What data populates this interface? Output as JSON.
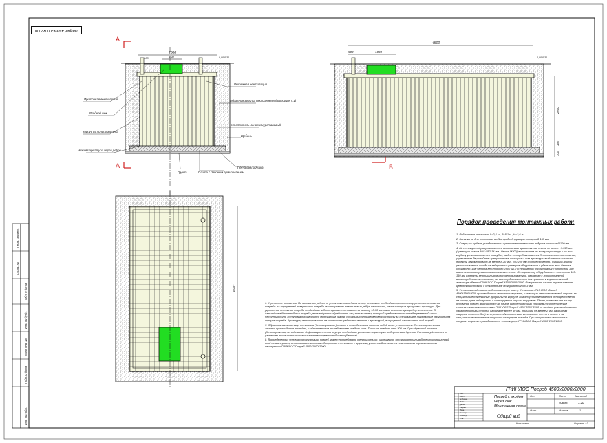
{
  "sheet": {
    "stamp": "Погреб 4500х2000х2000"
  },
  "section_a": {
    "cut_label_top": "А",
    "cut_label_bottom": "А",
    "dims": {
      "overall_width": "2000",
      "hatch_width": "750",
      "left_small": "100",
      "right_small": "0,00\n0,30"
    },
    "labels": {
      "tech_pipe": "Приточная вентиляция",
      "inlet_hatch": "Входной люк",
      "body": "Корпус из полипропилена",
      "anchor": "Нижняя арматура через ребро",
      "exhaust": "Вытяжная вентиляция",
      "backfill": "Обратная засыпка Пескоцемент (пропорция 5:1)",
      "insulation": "Утеплитель пенополиуретановый",
      "gravel": "Щебень",
      "ground": "Грунт",
      "slab": "Плита с двойным армированием",
      "sand": "Песчаная подушка"
    }
  },
  "section_b": {
    "cut_label": "Б",
    "dims": {
      "overall_length": "4500",
      "left_offset": "500",
      "hatch_length": "1000",
      "right_small": "0,00\n0,30"
    },
    "right_dims": [
      "2000",
      "150",
      "100"
    ]
  },
  "plan": {
    "height_dim": "4500"
  },
  "work_order": {
    "title": "Порядок проведения монтажных работ:",
    "steps_right": [
      "1. Подготовка котлована L=2,6 м., В=5,1 м., Н=2,6 м.",
      "2. Засыпка на дно котлована щебня средней фракции толщиной 150 мм.",
      "3. Сверху на щебень укладывается и уплотняется песчаная подушка толщиной 100 мм.",
      "4. На песчаную подушку заливается монолитная армированная плита не менее Н=150 мм. (арматура класса  А-III Ø12-14 мм., бетон М300) в котловане по всему периметру и на всю глубину устанавливается опалубка, на дне которой заливается бетонная плита-основание, укрепленная двухслойным армированием. толщина и шаг арматуры выбирается согласно проекту, рекомендовано не менее 8-10 мм., 150-200 мм соответственно. Толщина плиты рассчитывается исходя из габаритных размеров оборудования и удельного веса бетона (справочно: 1 м³ бетона весит около 2500 кг). По периметру оборудования с отступом 150 мм из плиты выпускаются монтажные петли. По периметру оборудования с отступом 105-150 мм из плиты вертикально выпускается арматура, связанная с горизонтальной арматурой плиты основания, на высоту достаточную для привязки к горизонтальной арматуре обвязки ГРИНЛОС Погреб 4500*2000*2000. Поверхность плиты выравнивается цементной стяжкой с  отклонением по горизонтали ± 3 мм.",
      "5. Установка изделия на подготовленную плиту.  Установка ГРИНЛОС Погреб 4500*1500*2000 производиться монтажным краном, с помощью четырехветвевой стропы за специальные такелажные проушины на корпусе. Погреб устанавливается непосредственно на плиту, крен недопустим и монтируется строго по уровню. После установки на плиту основания погреб фиксируется на плите синтетическими стропами (синтетические стропы в комплект поставки ГРИНЛОС Погреб 4500*2000*2000 не входят, рекомендованные характеристики стропы: ширина не менее 50 мм, толщина не менее 2 мм, разрывная нагрузка не менее 5 т) за верхние подготовленные монтажные петли в плите и за специальные монтажные проушины на корпусе погреба. При отсутствии монтажных проушин стропы перекидываются через корпус ГРИНЛОС Погреб 4500*2000*2000."
    ],
    "steps_left": [
      "6. Укрепление основания. По окончанию работ по установке погреба на плиту основание необходимо произвести укрепление основания погреба: на внутренней поверхности погреба смонтированы пластиковые ребра жесткости, через которые пропущена арматура. Для укрепления основания погреба необходимо забетонировать основание на высоту 10-30 мм выше верхнего края ребер жесткости. В дальнейшем бетонный пол погреба рекомендуется обработать защитным слоем, который предотвратит преждевременный износ бетонного пола. Установка производится монтажным краном с помощью четырехветвевой стропы за специальные такелажные проушины на корпусе погреба. Арматура, смонтированная на стенках погреба связывается с арматурой, выпущенной из основания под погреб.",
      "7. Обратная засыпка пазух котлована (бетонирование) песком с периодическим поливом водой и его уплотнением. Песчано-цементная засыпка производится послойно, с обязательным трамбованием каждого слоя. Толщина каждого слоя 300 мм. При обратной засыпке (бетонировании) во избежание деформации стенок внутри необходимо установить распорки из деревянных брусьев. Распорки удаляются не ранее чем после полного схватывания пескоцементной смеси (бетона).",
      "8. В определенных условиях эксплуатации погреб может потребовать теплоизоляции: как правило, это горизонтальный теплоизоляционный слой из материала, использование которого допустимо в контакте с грунтом, уложенный на верхнем пластиковом горизонтальном перекрытии ГРИНЛОС Погреб 4500*2000*2000."
    ]
  },
  "title_block": {
    "product": "ГРИНЛОС Погреб 4500х2000х2000",
    "desc_line1": "Погреб с входом",
    "desc_line2": "через люк.",
    "desc_line3": "Монтажная схема",
    "view": "Общий вид",
    "col_stage": "Лит.",
    "col_mass": "Масса",
    "col_scale": "Масштаб",
    "mass_value": "506 кг.",
    "scale_value": "1:20",
    "sheet_label": "Лист",
    "sheets_label": "Листов",
    "sheets_value": "1",
    "copied": "Копировал",
    "format": "Формат А3",
    "rows": [
      "Изм.",
      "Лист",
      "№ докум.",
      "Подп.",
      "Дата",
      "Разраб.",
      "Пров.",
      "Т.контр.",
      "Н.контр.",
      "Утв."
    ]
  },
  "left_strip": [
    "Перв. примен.",
    "Справ. №",
    "Подп. и дата",
    "Инв. № дубл.",
    "Взам. инв. №",
    "Подп. и дата",
    "Инв. № подл."
  ],
  "colors": {
    "hatch_green": "#22dd22",
    "tank_fill": "#f4f6dd",
    "line": "#111111",
    "section_arrow": "#e0202a"
  }
}
